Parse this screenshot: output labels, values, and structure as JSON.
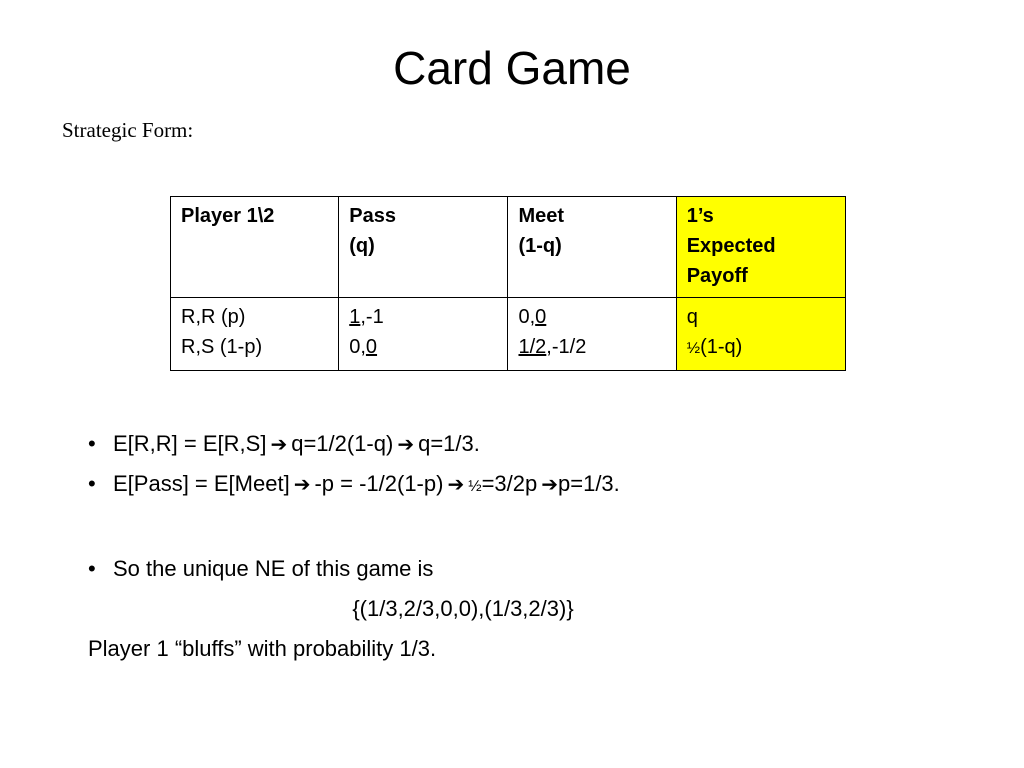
{
  "slide": {
    "title": "Card Game",
    "subtitle": "Strategic Form:"
  },
  "table": {
    "header": {
      "player": "Player 1\\2",
      "pass_line1": "Pass",
      "pass_line2": "(q)",
      "meet_line1": "Meet",
      "meet_line2": "(1-q)",
      "expected_line1": "1’s",
      "expected_line2": "Expected",
      "expected_line3": "Payoff"
    },
    "rows": {
      "strategy_rr": "R,R (p)",
      "strategy_rs": "R,S (1-p)",
      "pass_rr_a": "1",
      "pass_rr_b": ",-1",
      "pass_rs_a": "0,",
      "pass_rs_b": "0",
      "meet_rr_a": "0,",
      "meet_rr_b": "0",
      "meet_rs_a": "1/2",
      "meet_rs_b": ",-1/2",
      "exp_rr": "q",
      "exp_rs_half": "½",
      "exp_rs_rest": "(1-q)"
    },
    "highlight_color": "#ffff00"
  },
  "bullets": {
    "b1_part1": "E[R,R] = E[R,S]",
    "b1_part2": "q=1/2(1-q)",
    "b1_part3": "q=1/3.",
    "b2_part1": "E[Pass] = E[Meet]",
    "b2_part2": "-p = -1/2(1-p)",
    "b2_part3_half": "½",
    "b2_part3_rest": "=3/2p",
    "b2_part4": "p=1/3.",
    "b3": "So the unique NE of this game is",
    "ne_profile": "{(1/3,2/3,0,0),(1/3,2/3)}",
    "conclusion": "Player 1 “bluffs” with probability 1/3."
  },
  "glyphs": {
    "bullet": "•",
    "arrow": "➔"
  }
}
